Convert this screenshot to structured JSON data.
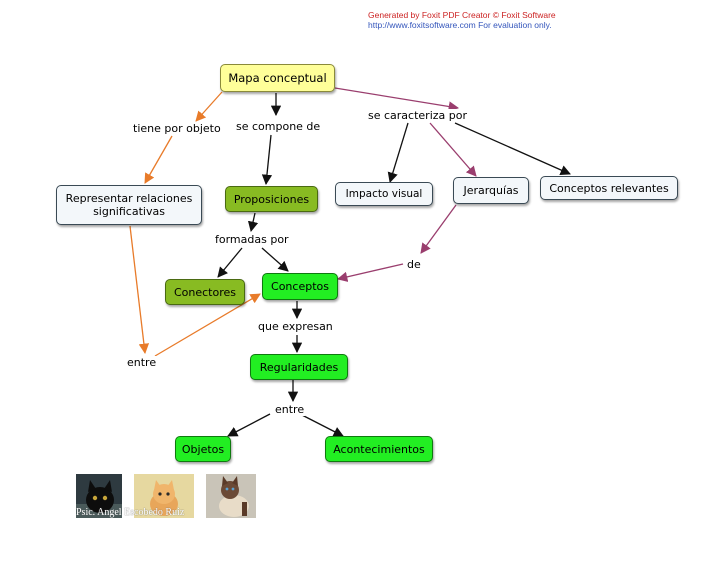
{
  "watermark": {
    "line1": "Generated by Foxit PDF Creator © Foxit Software",
    "line2": "http://www.foxitsoftware.com   For evaluation only."
  },
  "nodes": {
    "mapa": "Mapa conceptual",
    "representar": "Representar relaciones significativas",
    "proposiciones": "Proposiciones",
    "impacto": "Impacto visual",
    "jerarquias": "Jerarquías",
    "conceptos_relevantes": "Conceptos relevantes",
    "conectores": "Conectores",
    "conceptos": "Conceptos",
    "regularidades": "Regularidades",
    "objetos": "Objetos",
    "acontecimientos": "Acontecimientos"
  },
  "links": {
    "tiene_por_objeto": "tiene por objeto",
    "se_compone_de": "se compone de",
    "se_caracteriza_por": "se caracteriza por",
    "formadas_por": "formadas por",
    "de": "de",
    "que_expresan": "que expresan",
    "entre_left": "entre",
    "entre_bottom": "entre"
  },
  "photos": {
    "credit": "Psic. Angel Escobedo Ruiz",
    "items": [
      "black-cat-photo",
      "orange-kitten-photo",
      "siamese-cat-photo"
    ]
  },
  "colors": {
    "orange_arrow": "#e87b2a",
    "purple_arrow": "#9a3e6e",
    "black_arrow": "#111111",
    "concept_green": "#22ee22",
    "proposition_olive": "#88bb22",
    "root_yellow": "#ffff99"
  }
}
